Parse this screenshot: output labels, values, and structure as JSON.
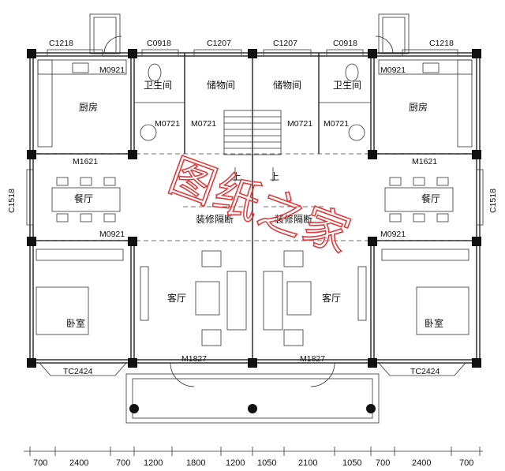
{
  "labels": {
    "windows": {
      "c1218_left": "C1218",
      "c0918_left": "C0918",
      "c1207_left": "C1207",
      "c1207_right": "C1207",
      "c0918_right": "C0918",
      "c1218_right": "C1218",
      "c1518_left": "C1518",
      "c1518_right": "C1518",
      "tc2424_left": "TC2424",
      "tc2424_right": "TC2424"
    },
    "doors": {
      "m0921_top_left": "M0921",
      "m0921_top_right": "M0921",
      "m0721_a": "M0721",
      "m0721_b": "M0721",
      "m0721_c": "M0721",
      "m0721_d": "M0721",
      "m1621_left": "M1621",
      "m1621_right": "M1621",
      "m0921_mid_left": "M0921",
      "m0921_mid_right": "M0921",
      "m1827_left": "M1827",
      "m1827_right": "M1827"
    },
    "rooms": {
      "bathroom_left": "卫生间",
      "storage_left": "储物间",
      "storage_right": "储物间",
      "bathroom_right": "卫生间",
      "kitchen_left": "厨房",
      "kitchen_right": "厨房",
      "dining_left": "餐厅",
      "dining_right": "餐厅",
      "partition_left": "装修隔断",
      "partition_right": "装修隔断",
      "living_left": "客厅",
      "living_right": "客厅",
      "bedroom_left": "卧室",
      "bedroom_right": "卧室",
      "stair_up_left": "上",
      "stair_up_right": "上"
    },
    "dimensions": [
      "700",
      "2400",
      "700",
      "1200",
      "1800",
      "1200",
      "1050",
      "2100",
      "1050",
      "700",
      "2400",
      "700"
    ],
    "watermark": "图纸之家"
  }
}
